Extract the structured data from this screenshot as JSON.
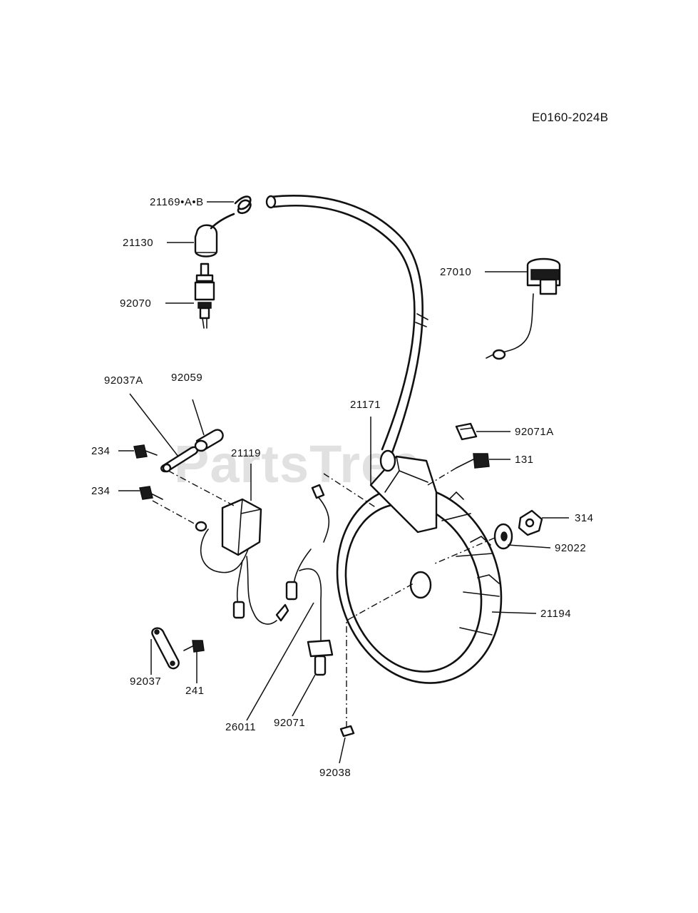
{
  "diagram": {
    "reference_code": "E0160-2024B",
    "watermark": "PartsTree",
    "labels": {
      "p21169": "21169•A•B",
      "p21130": "21130",
      "p92070": "92070",
      "p27010": "27010",
      "p92037A": "92037A",
      "p92059": "92059",
      "p21171": "21171",
      "p92071A": "92071A",
      "p131": "131",
      "p234a": "234",
      "p21119": "21119",
      "p234b": "234",
      "p314": "314",
      "p92022": "92022",
      "p21194": "21194",
      "p92037": "92037",
      "p241": "241",
      "p26011": "26011",
      "p92071": "92071",
      "p92038": "92038"
    }
  }
}
